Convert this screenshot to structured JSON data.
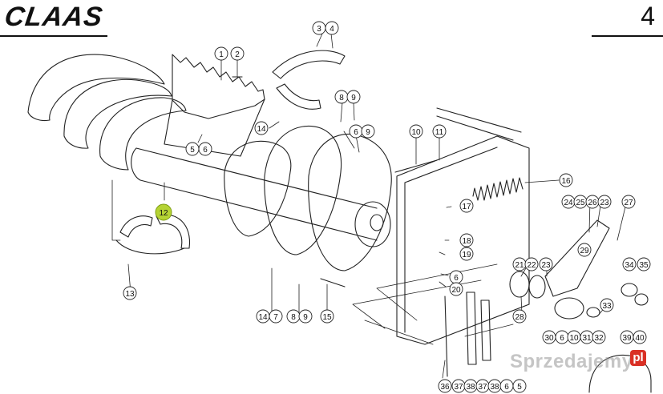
{
  "brand": "CLAAS",
  "page_number": "4",
  "watermark": "Sprzedajemy",
  "watermark_domain": "pl",
  "highlight_color": "#b5d334",
  "callouts": [
    {
      "id": "1",
      "label": "1"
    },
    {
      "id": "2",
      "label": "2"
    },
    {
      "id": "3",
      "label": "3"
    },
    {
      "id": "4",
      "label": "4"
    },
    {
      "id": "8a",
      "label": "8"
    },
    {
      "id": "9a",
      "label": "9"
    },
    {
      "id": "14a",
      "label": "14"
    },
    {
      "id": "6a",
      "label": "6"
    },
    {
      "id": "9b",
      "label": "9"
    },
    {
      "id": "5a",
      "label": "5"
    },
    {
      "id": "6b",
      "label": "6"
    },
    {
      "id": "10a",
      "label": "10"
    },
    {
      "id": "11",
      "label": "11"
    },
    {
      "id": "16",
      "label": "16"
    },
    {
      "id": "17",
      "label": "17"
    },
    {
      "id": "12",
      "label": "12",
      "highlight": true
    },
    {
      "id": "18",
      "label": "18"
    },
    {
      "id": "19",
      "label": "19"
    },
    {
      "id": "24",
      "label": "24"
    },
    {
      "id": "25",
      "label": "25"
    },
    {
      "id": "26",
      "label": "26"
    },
    {
      "id": "23a",
      "label": "23"
    },
    {
      "id": "27",
      "label": "27"
    },
    {
      "id": "29",
      "label": "29"
    },
    {
      "id": "21",
      "label": "21"
    },
    {
      "id": "22",
      "label": "22"
    },
    {
      "id": "23b",
      "label": "23"
    },
    {
      "id": "34",
      "label": "34"
    },
    {
      "id": "35",
      "label": "35"
    },
    {
      "id": "6c",
      "label": "6"
    },
    {
      "id": "20",
      "label": "20"
    },
    {
      "id": "13",
      "label": "13"
    },
    {
      "id": "14b",
      "label": "14"
    },
    {
      "id": "7",
      "label": "7"
    },
    {
      "id": "8b",
      "label": "8"
    },
    {
      "id": "9c",
      "label": "9"
    },
    {
      "id": "15",
      "label": "15"
    },
    {
      "id": "28",
      "label": "28"
    },
    {
      "id": "33",
      "label": "33"
    },
    {
      "id": "30",
      "label": "30"
    },
    {
      "id": "6d",
      "label": "6"
    },
    {
      "id": "10b",
      "label": "10"
    },
    {
      "id": "31",
      "label": "31"
    },
    {
      "id": "32",
      "label": "32"
    },
    {
      "id": "39",
      "label": "39"
    },
    {
      "id": "40",
      "label": "40"
    },
    {
      "id": "36",
      "label": "36"
    },
    {
      "id": "37a",
      "label": "37"
    },
    {
      "id": "38a",
      "label": "38"
    },
    {
      "id": "37b",
      "label": "37"
    },
    {
      "id": "38b",
      "label": "38"
    },
    {
      "id": "6e",
      "label": "6"
    },
    {
      "id": "5b",
      "label": "5"
    }
  ]
}
